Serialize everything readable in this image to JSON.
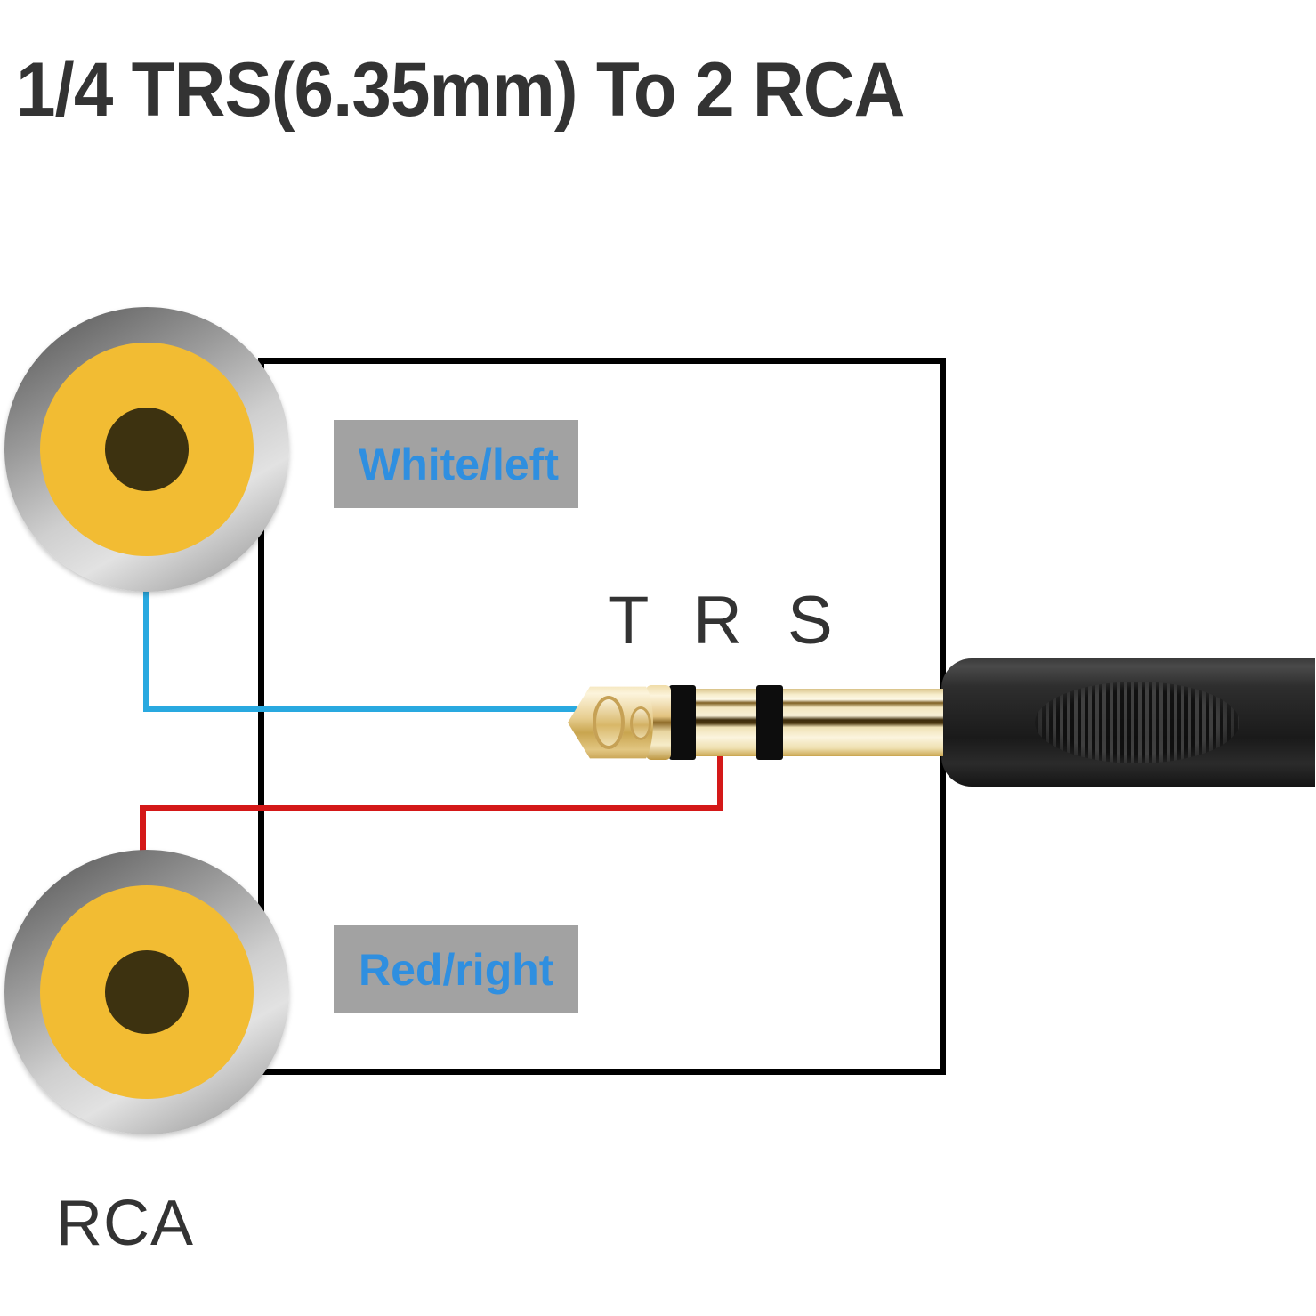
{
  "title": "1/4 TRS(6.35mm) To 2 RCA",
  "diagram": {
    "plug": {
      "contacts": [
        {
          "id": "tip",
          "letter": "T"
        },
        {
          "id": "ring",
          "letter": "R"
        },
        {
          "id": "sleeve",
          "letter": "S"
        }
      ]
    },
    "labels": {
      "white_left": "White/left",
      "red_right": "Red/right"
    },
    "connector_caption": "RCA",
    "wires": [
      {
        "name": "white-left-wire",
        "color": "#29a9e0",
        "from": "rca-top",
        "to": "tip"
      },
      {
        "name": "red-right-wire",
        "color": "#d41818",
        "from": "rca-bottom",
        "to": "ring"
      }
    ],
    "colors": {
      "label_text": "#2f8fe0",
      "label_background": "#a2a2a2",
      "rca_ring_yellow": "#f2bc33",
      "rca_hole": "#3d3210",
      "rca_metal": "#9a9a9a",
      "wire_blue": "#29a9e0",
      "wire_red": "#d41818",
      "title_text": "#333333",
      "route_border": "#000000",
      "cable_body": "#232323",
      "plug_gold": "#e8cf92"
    }
  }
}
